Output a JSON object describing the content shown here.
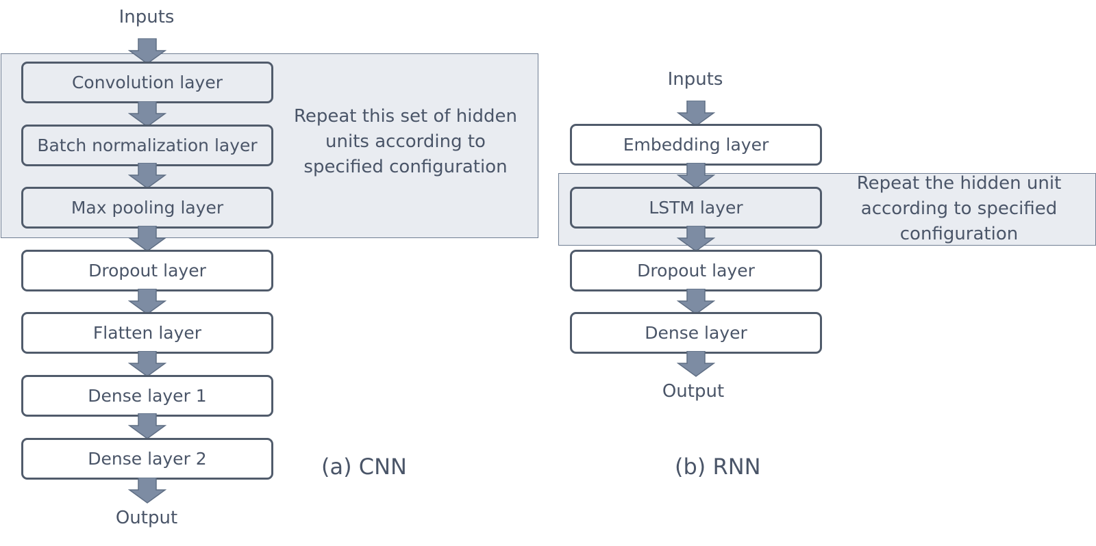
{
  "cnn": {
    "input_label": "Inputs",
    "output_label": "Output",
    "layers": [
      "Convolution layer",
      "Batch normalization layer",
      "Max pooling layer",
      "Dropout layer",
      "Flatten layer",
      "Dense layer 1",
      "Dense layer 2"
    ],
    "repeat_note": "Repeat this set of hidden units according to specified configuration",
    "caption": "(a) CNN"
  },
  "rnn": {
    "input_label": "Inputs",
    "output_label": "Output",
    "layers": [
      "Embedding layer",
      "LSTM layer",
      "Dropout layer",
      "Dense layer"
    ],
    "repeat_note": "Repeat the hidden unit according to specified configuration",
    "caption": "(b) RNN"
  },
  "colors": {
    "arrow_fill": "#7d8ca3",
    "arrow_stroke": "#5f6e84",
    "box_border": "#505b6b",
    "group_fill": "#e9ecf1",
    "text": "#4a5568"
  }
}
